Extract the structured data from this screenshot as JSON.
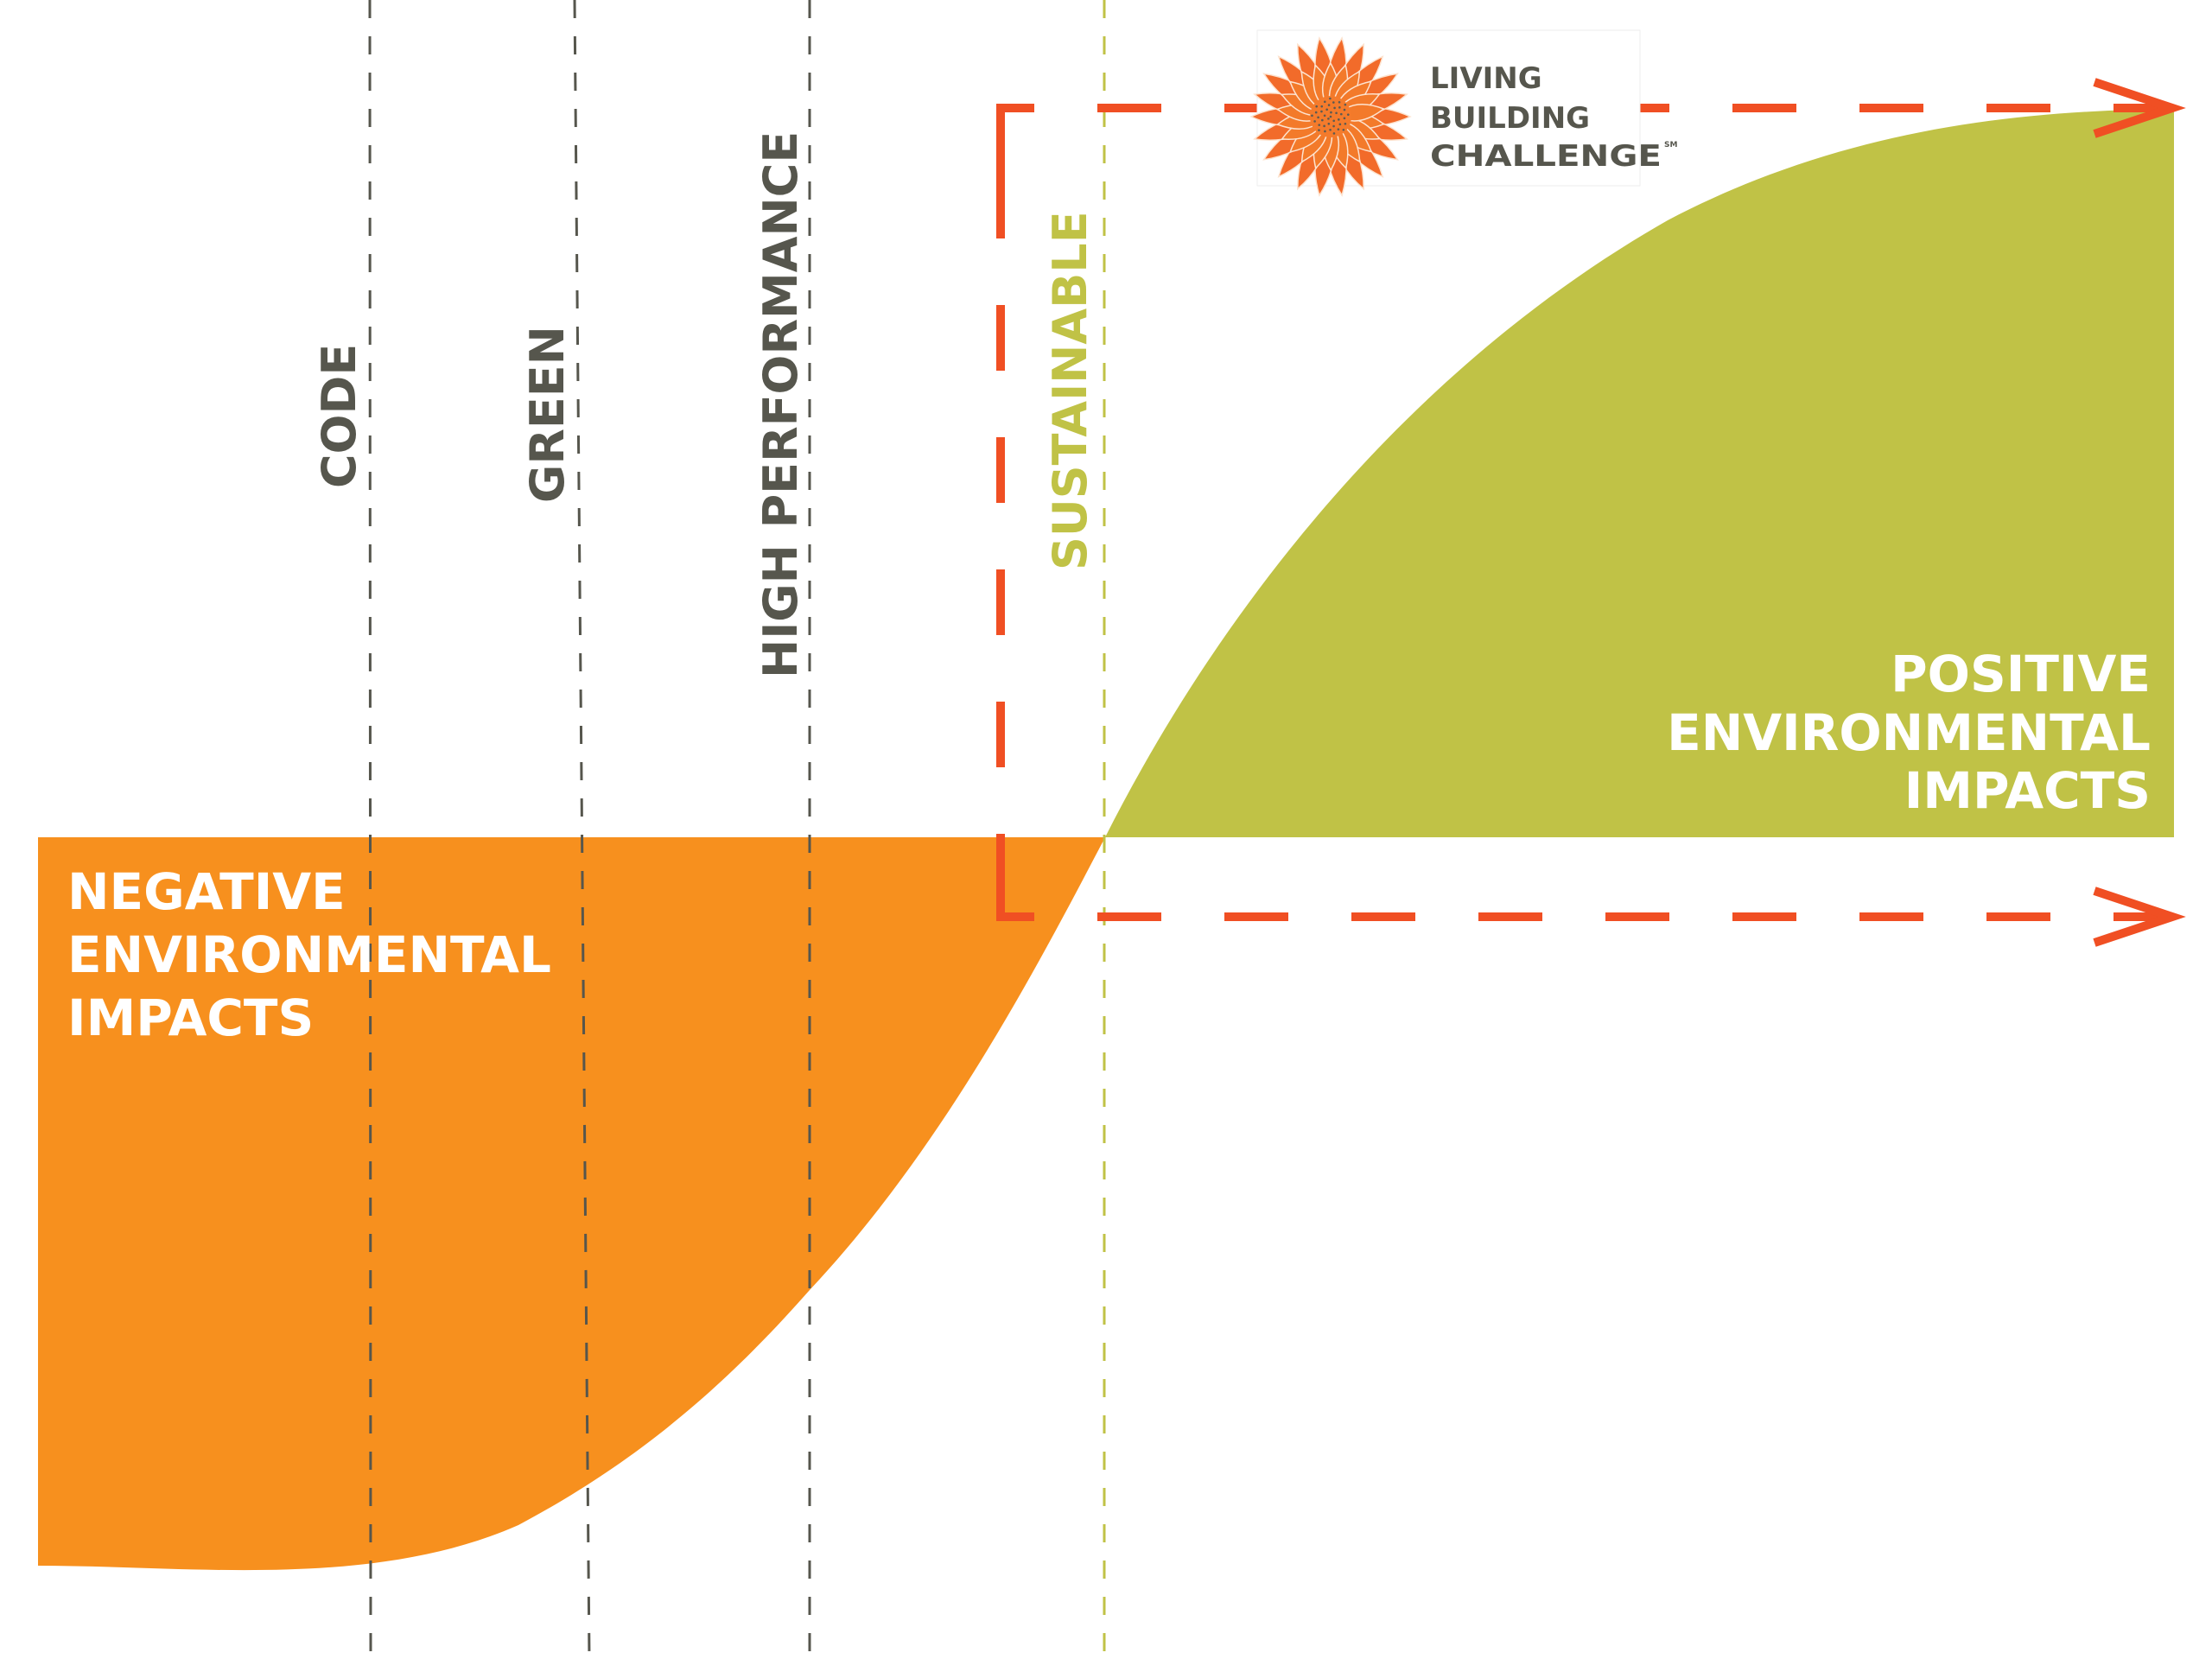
{
  "colors": {
    "negative_fill": "#f7901e",
    "positive_fill": "#c0c246",
    "arrow_red": "#f04f23",
    "threshold_gray": "#56564d",
    "sustainable_green": "#c0c246",
    "label_white": "#ffffff",
    "logo_text": "#56564d",
    "logo_flower": "#f37a2a"
  },
  "thresholds": [
    {
      "id": "code",
      "label": "CODE"
    },
    {
      "id": "green",
      "label": "GREEN"
    },
    {
      "id": "high-performance",
      "label": "HIGH PERFORMANCE"
    },
    {
      "id": "sustainable",
      "label": "SUSTAINABLE"
    }
  ],
  "regions": {
    "negative": {
      "lines": [
        "NEGATIVE",
        "ENVIRONMENTAL",
        "IMPACTS"
      ]
    },
    "positive": {
      "lines": [
        "POSITIVE",
        "ENVIRONMENTAL",
        "IMPACTS"
      ]
    }
  },
  "logo": {
    "icon": "flower-icon",
    "lines": [
      "LIVING",
      "BUILDING",
      "CHALLENGE"
    ],
    "mark": "SM"
  },
  "arrows": {
    "icon": "arrow-right-icon"
  }
}
